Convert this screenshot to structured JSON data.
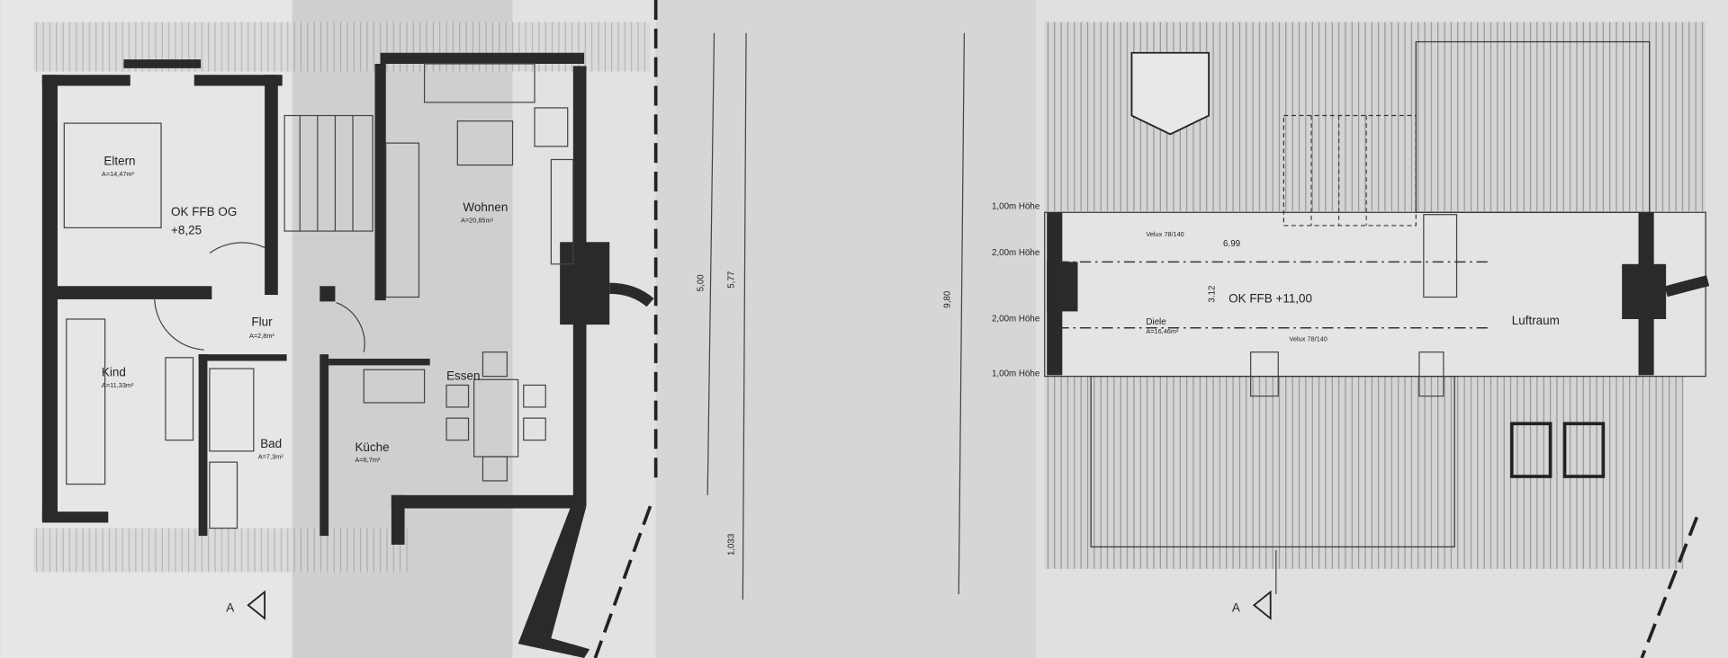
{
  "upper_floor": {
    "level": "OK FFB OG",
    "level_value": "+8,25",
    "rooms": [
      {
        "name": "Eltern",
        "area": "A=14,47m²"
      },
      {
        "name": "Kind",
        "area": "A=11,33m²"
      },
      {
        "name": "Flur",
        "area": "A=2,8m²"
      },
      {
        "name": "Bad",
        "area": "A=7,3m²"
      },
      {
        "name": "Küche",
        "area": "A=6,7m²"
      },
      {
        "name": "Wohnen",
        "area": "A=20,85m²"
      },
      {
        "name": "Essen",
        "area": ""
      }
    ],
    "section_marker": "A"
  },
  "dimensions": {
    "d1": "5,00",
    "d2": "5,77",
    "d3": "9,80",
    "d4": "1,033"
  },
  "attic_floor": {
    "level": "OK FFB +11,00",
    "rooms": [
      {
        "name": "Diele",
        "area": "A=16,46m²"
      },
      {
        "name": "Luftraum",
        "area": ""
      }
    ],
    "heights": [
      "1,00m Höhe",
      "2,00m Höhe",
      "2,00m Höhe",
      "1,00m Höhe"
    ],
    "windows": [
      "Velux 78/140",
      "Velux 78/140"
    ],
    "measures": [
      "6.99",
      "3.12"
    ],
    "section_marker": "A"
  },
  "colors": {
    "paper": "#dcdcdc",
    "wall": "#2a2a2a",
    "line": "#444444"
  }
}
